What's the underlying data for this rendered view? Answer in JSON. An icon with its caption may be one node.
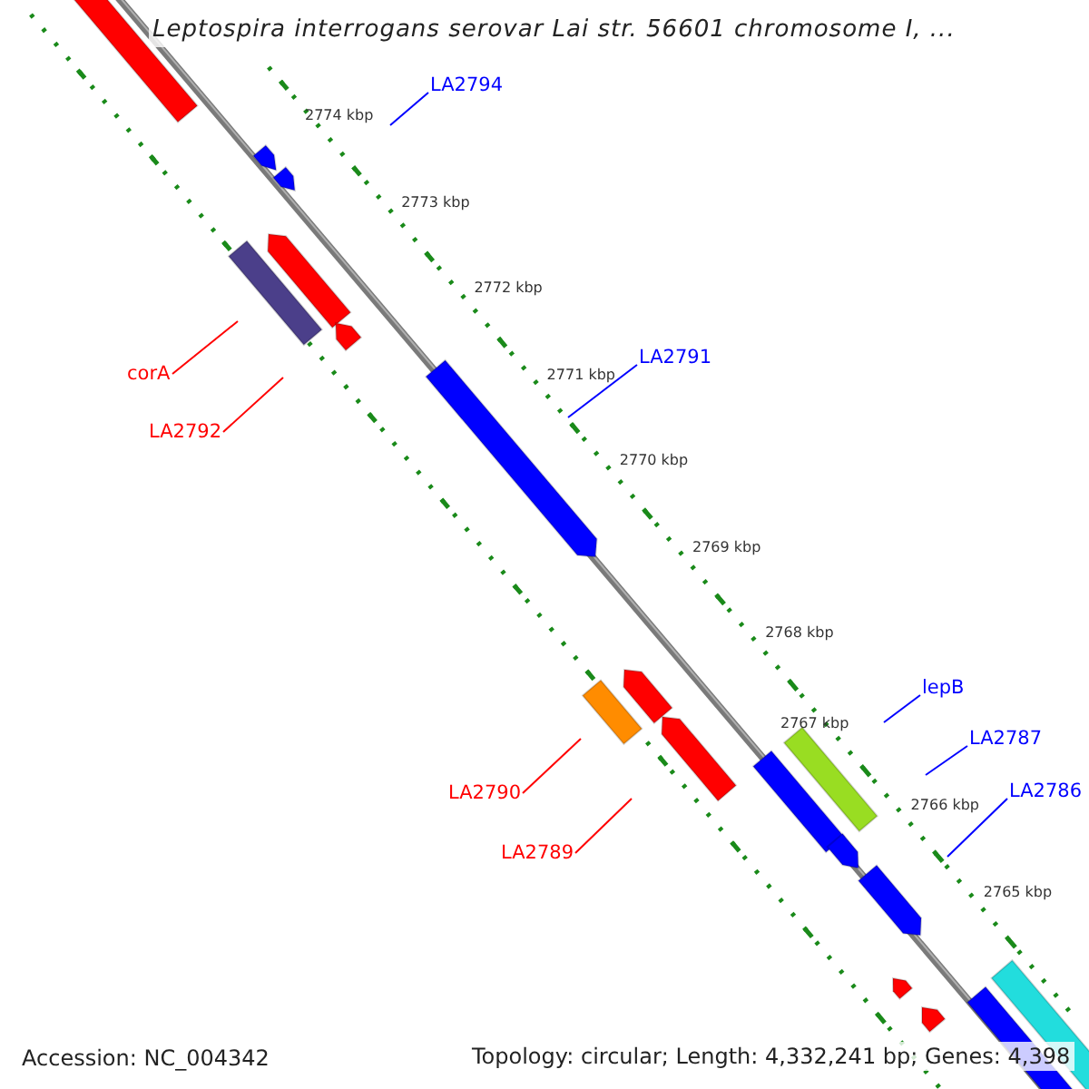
{
  "diagram": {
    "title": "Leptospira interrogans serovar Lai str. 56601 chromosome I, ...",
    "nodes": [
      {
        "text": [
          "LA2794"
        ]
      },
      {
        "text": [
          "LA2791"
        ]
      },
      {
        "text": [
          "corA"
        ]
      },
      {
        "text": [
          "LA2792"
        ]
      },
      {
        "text": [
          "LA2790"
        ]
      },
      {
        "text": [
          "LA2789"
        ]
      },
      {
        "text": [
          "lepB"
        ]
      },
      {
        "text": [
          "LA2787"
        ]
      },
      {
        "text": [
          "LA2786"
        ]
      }
    ],
    "edges": [
      {
        "from": 0,
        "to": null,
        "arrow": "none"
      },
      {
        "from": 1,
        "to": null,
        "arrow": "none"
      },
      {
        "from": 2,
        "to": null,
        "arrow": "none",
        "color": "#ff0000"
      },
      {
        "from": 3,
        "to": null,
        "arrow": "none",
        "color": "#ff0000"
      },
      {
        "from": 4,
        "to": null,
        "arrow": "none",
        "color": "#ff0000"
      },
      {
        "from": 5,
        "to": null,
        "arrow": "none",
        "color": "#ff0000"
      },
      {
        "from": 6,
        "to": null,
        "arrow": "none"
      },
      {
        "from": 7,
        "to": null,
        "arrow": "none"
      },
      {
        "from": 8,
        "to": null,
        "arrow": "none"
      }
    ],
    "labels": [
      "2774 kbp",
      "2773 kbp",
      "2772 kbp",
      "2771 kbp",
      "2770 kbp",
      "2769 kbp",
      "2768 kbp",
      "2767 kbp",
      "2766 kbp",
      "2765 kbp",
      "Accession: NC_004342",
      "Topology: circular; Length: 4,332,241 bp; Genes: 4,398"
    ]
  }
}
